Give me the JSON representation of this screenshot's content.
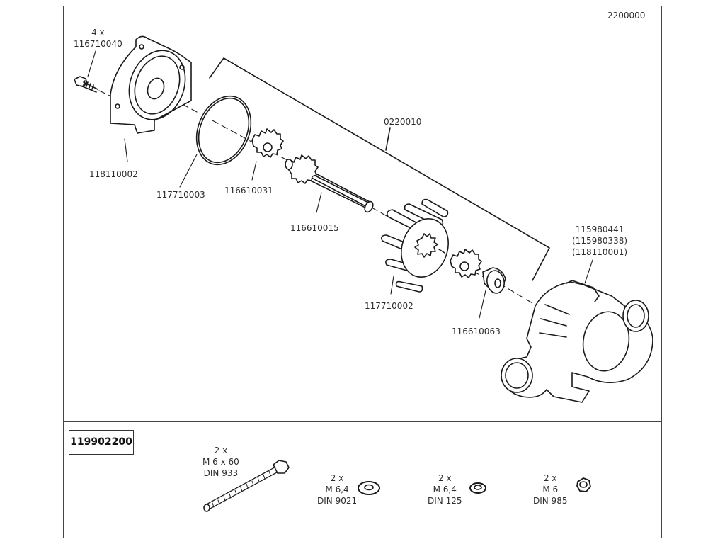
{
  "diagram": {
    "drawing_number": "2200000",
    "kit": {
      "part_number": "119902200"
    },
    "parts": [
      {
        "id": "screw",
        "qty": "4 x",
        "part_number": "116710040",
        "icon": "screw-icon"
      },
      {
        "id": "cover",
        "part_number": "118110002",
        "icon": "cover-plate-icon"
      },
      {
        "id": "o-ring",
        "part_number": "117710003",
        "icon": "o-ring-icon"
      },
      {
        "id": "small-gear",
        "part_number": "116610031",
        "icon": "gear-icon"
      },
      {
        "id": "shaft",
        "part_number": "116610015",
        "icon": "shaft-icon"
      },
      {
        "id": "impeller",
        "part_number": "117710002",
        "icon": "impeller-icon"
      },
      {
        "id": "bushing",
        "part_number": "116610063",
        "icon": "bushing-icon"
      },
      {
        "id": "housing",
        "part_numbers": [
          "115980441",
          "(115980338)",
          "(118110001)"
        ],
        "icon": "pump-housing-icon"
      }
    ],
    "assembly_bracket": {
      "part_number": "0220010"
    },
    "kit_items": [
      {
        "qty": "2 x",
        "size": "M 6 x 60",
        "standard": "DIN 933",
        "icon": "bolt-icon"
      },
      {
        "qty": "2 x",
        "size": "M 6,4",
        "standard": "DIN 9021",
        "icon": "large-washer-icon"
      },
      {
        "qty": "2 x",
        "size": "M 6,4",
        "standard": "DIN 125",
        "icon": "washer-icon"
      },
      {
        "qty": "2 x",
        "size": "M 6",
        "standard": "DIN 985",
        "icon": "lock-nut-icon"
      }
    ]
  }
}
